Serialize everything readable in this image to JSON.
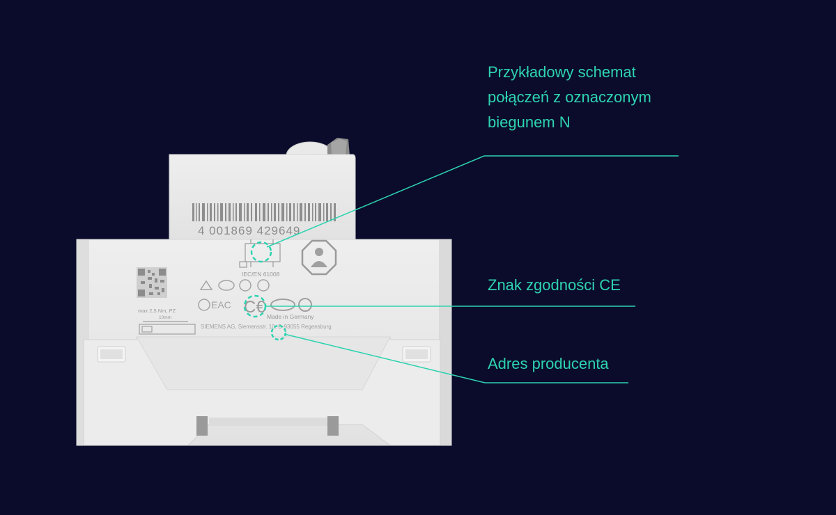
{
  "device": {
    "barcode_number": "4 001869 429649",
    "standard": "IEC/EN 61008",
    "made_in": "Made in Germany",
    "manufacturer_address": "SIEMENS AG, Siemensstr. 10, D-93055 Regensburg",
    "torque": "max 2,5 Nm, PZ",
    "strip_length": "10mm",
    "accent_color": "#2ed3b0",
    "background_color": "#0b0c2c"
  },
  "callouts": [
    {
      "lines": [
        "Przykładowy schemat",
        "połączeń z oznaczonym",
        "biegunem N"
      ]
    },
    {
      "lines": [
        "Znak zgodności CE"
      ]
    },
    {
      "lines": [
        "Adres producenta"
      ]
    }
  ]
}
